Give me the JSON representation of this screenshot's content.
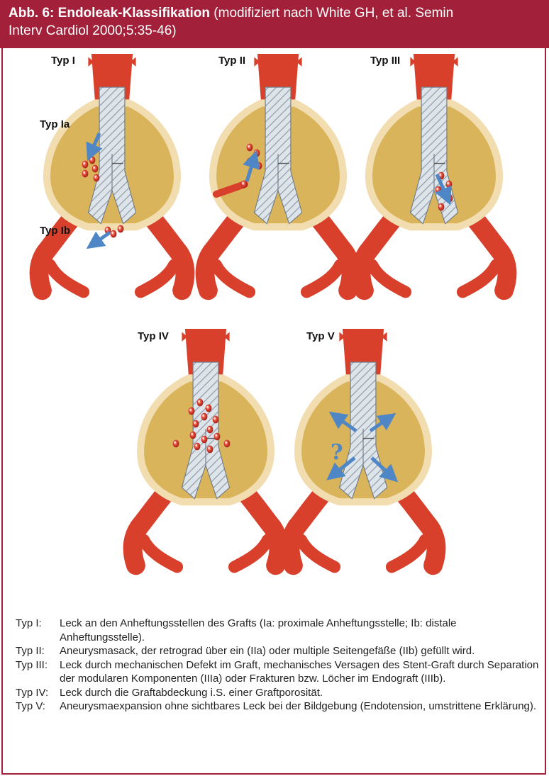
{
  "header": {
    "fig_number": "Abb. 6:",
    "title": "Endoleak-Klassifikation",
    "source_line1": "(modifiziert nach White GH, et al. Semin",
    "source_line2": "Interv Cardiol 2000;5:35-46)"
  },
  "panels": [
    {
      "label": "Typ I",
      "sublabels": [
        "Typ Ia",
        "Typ Ib"
      ]
    },
    {
      "label": "Typ II"
    },
    {
      "label": "Typ III"
    },
    {
      "label": "Typ IV"
    },
    {
      "label": "Typ V",
      "symbol": "?"
    }
  ],
  "legend": [
    {
      "key": "Typ I:",
      "text": "Leck an den Anheftungsstellen des Grafts (Ia: proximale Anheftungsstelle; Ib: distale Anheftungsstelle)."
    },
    {
      "key": "Typ II:",
      "text": "Aneurysmasack, der retrograd über ein (IIa) oder multiple Seitengefäße (IIb) gefüllt wird."
    },
    {
      "key": "Typ III:",
      "text": "Leck durch mechanischen Defekt im Graft, mechanisches Versagen des Stent-Graft durch Separation der modularen Komponenten (IIIa) oder Frakturen bzw. Löcher im Endograft (IIIb)."
    },
    {
      "key": "Typ IV:",
      "text": "Leck durch die Graftabdeckung i.S. einer Graftporosität."
    },
    {
      "key": "Typ V:",
      "text": "Aneurysmaexpansion ohne sichtbares Leck bei der Bildgebung (Endotension, umstrittene Erklärung)."
    }
  ],
  "colors": {
    "header_bg": "#a3203a",
    "vessel": "#d8402c",
    "sac_fill": "#d9b45a",
    "sac_outline": "#f2ddb0",
    "graft": "#d7dfe6",
    "arrow": "#4f86c6",
    "droplet": "#c42a24"
  }
}
